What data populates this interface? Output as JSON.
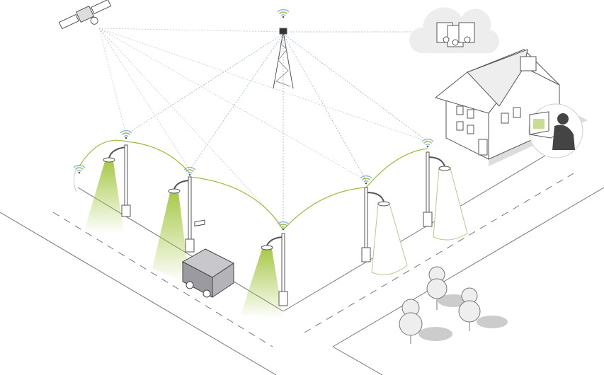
{
  "colors": {
    "background": "#ffffff",
    "road_line": "#555555",
    "link_green": "#9bbd3a",
    "light_cone_green": "#a8c94a",
    "signal_blue": "#8fb4d8",
    "signal_gray": "#c8c8c8",
    "building_fill": "#ffffff",
    "building_stroke": "#555555",
    "vehicle_fill": "#a9a9ad",
    "tree_fill": "#eeeeee",
    "shadow": "#d0d0d0",
    "cloud_fill": "#ededed"
  },
  "elements": [
    "satellite-icon",
    "cell-tower",
    "cloud-storage-icon",
    "house",
    "operator-with-laptop",
    "street-light",
    "autonomous-vehicle",
    "tree",
    "wifi-icon"
  ]
}
